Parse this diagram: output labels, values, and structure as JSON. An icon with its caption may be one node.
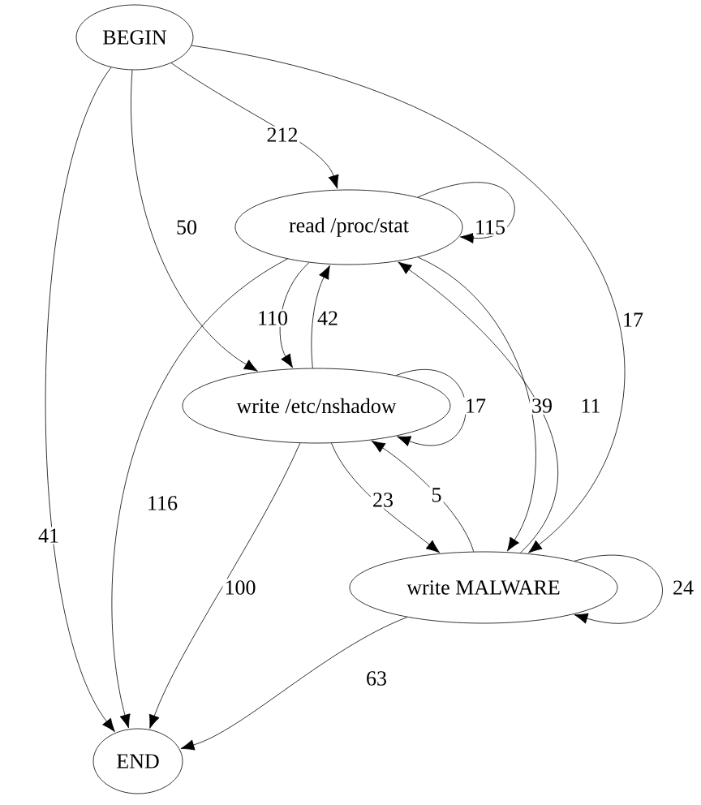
{
  "diagram": {
    "nodes": [
      {
        "text": [
          "BEGIN"
        ]
      },
      {
        "text": [
          "read /proc/stat"
        ]
      },
      {
        "text": [
          "write /etc/nshadow"
        ]
      },
      {
        "text": [
          "write MALWARE"
        ]
      },
      {
        "text": [
          "END"
        ]
      }
    ],
    "edges": [
      {
        "from": 0,
        "to": 4,
        "arrow": "to",
        "label": "41"
      },
      {
        "from": 0,
        "to": 1,
        "arrow": "to",
        "label": "212"
      },
      {
        "from": 0,
        "to": 2,
        "arrow": "to",
        "label": "50"
      },
      {
        "from": 0,
        "to": 3,
        "arrow": "to",
        "label": "17"
      },
      {
        "from": 1,
        "to": 1,
        "arrow": "to",
        "label": "115"
      },
      {
        "from": 1,
        "to": 2,
        "arrow": "to",
        "label": "110"
      },
      {
        "from": 2,
        "to": 1,
        "arrow": "to",
        "label": "42"
      },
      {
        "from": 1,
        "to": 4,
        "arrow": "to",
        "label": "116"
      },
      {
        "from": 1,
        "to": 3,
        "arrow": "to",
        "label": "39"
      },
      {
        "from": 3,
        "to": 1,
        "arrow": "to",
        "label": "11"
      },
      {
        "from": 2,
        "to": 2,
        "arrow": "to",
        "label": "17"
      },
      {
        "from": 2,
        "to": 3,
        "arrow": "to",
        "label": "23"
      },
      {
        "from": 3,
        "to": 2,
        "arrow": "to",
        "label": "5"
      },
      {
        "from": 2,
        "to": 4,
        "arrow": "to",
        "label": "100"
      },
      {
        "from": 3,
        "to": 3,
        "arrow": "to",
        "label": "24"
      },
      {
        "from": 3,
        "to": 4,
        "arrow": "to",
        "label": "63"
      }
    ]
  }
}
